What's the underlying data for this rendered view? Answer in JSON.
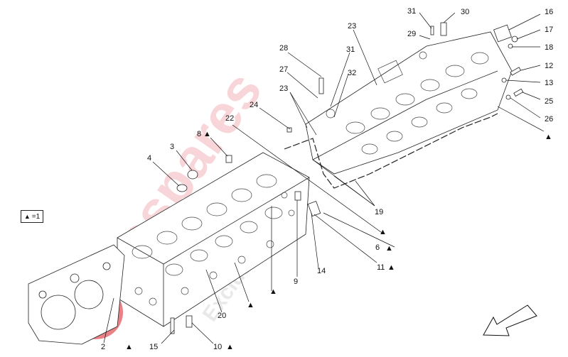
{
  "watermark": {
    "brand": "eurospares",
    "tagline": "Exclusive Parts",
    "colors": {
      "red": "#e0454e",
      "grey": "#c9c9c9"
    }
  },
  "legend": {
    "symbol": "▲",
    "equals": "=1"
  },
  "arrow_icon": "large-direction-arrow",
  "callouts": {
    "c2": "2",
    "c3": "3",
    "c4": "4",
    "c6": "6",
    "c8": "8",
    "c9": "9",
    "c10": "10",
    "c11": "11",
    "c12": "12",
    "c13": "13",
    "c14": "14",
    "c15": "15",
    "c16": "16",
    "c17": "17",
    "c18": "18",
    "c19": "19",
    "c20": "20",
    "c22": "22",
    "c23a": "23",
    "c23b": "23",
    "c24": "24",
    "c25": "25",
    "c26": "26",
    "c27": "27",
    "c28": "28",
    "c29": "29",
    "c30": "30",
    "c31a": "31",
    "c31b": "31",
    "c32": "32"
  },
  "marker": "▲"
}
